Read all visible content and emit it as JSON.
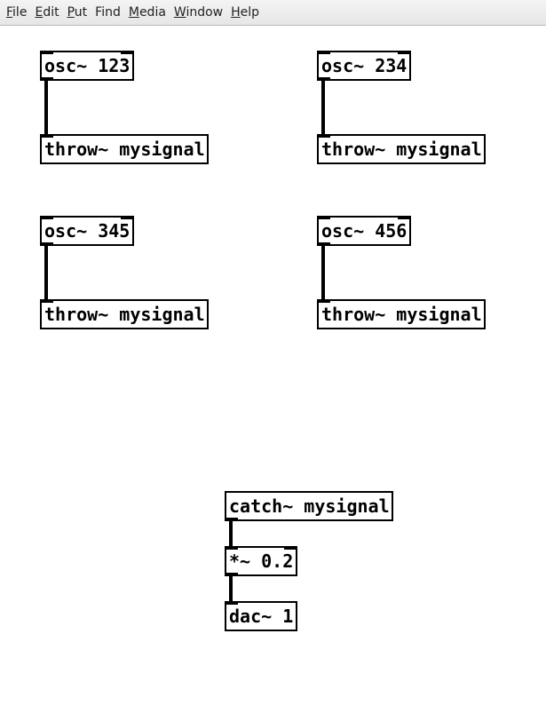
{
  "menubar": {
    "items": [
      {
        "accel": "F",
        "rest": "ile"
      },
      {
        "accel": "E",
        "rest": "dit"
      },
      {
        "accel": "P",
        "rest": "ut"
      },
      {
        "accel": "",
        "rest": "Find"
      },
      {
        "accel": "M",
        "rest": "edia"
      },
      {
        "accel": "W",
        "rest": "indow"
      },
      {
        "accel": "H",
        "rest": "elp"
      }
    ]
  },
  "patch": {
    "osc1": "osc~ 123",
    "throw1": "throw~ mysignal",
    "osc2": "osc~ 234",
    "throw2": "throw~ mysignal",
    "osc3": "osc~ 345",
    "throw3": "throw~ mysignal",
    "osc4": "osc~ 456",
    "throw4": "throw~ mysignal",
    "catch": "catch~ mysignal",
    "mul": "*~ 0.2",
    "dac": "dac~ 1"
  }
}
